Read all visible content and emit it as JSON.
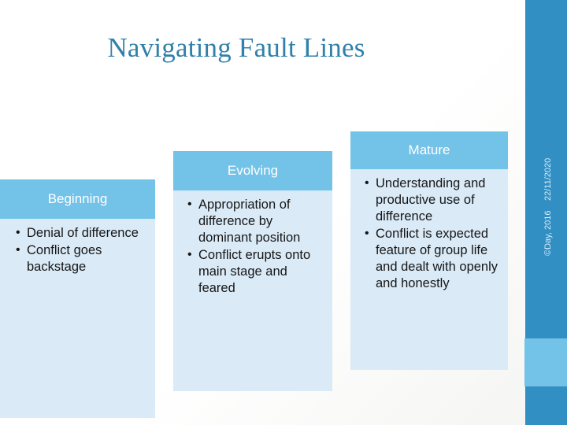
{
  "slide": {
    "title": "Navigating Fault Lines",
    "title_color": "#3180ab",
    "background_color": "#ffffff"
  },
  "theme": {
    "header_blue": "#73c2e8",
    "body_blue": "#daeaf7",
    "sidebar_blue": "#318fc4",
    "sidebar_accent_blue": "#73c2e8",
    "bullet_text_color": "#161616"
  },
  "columns": [
    {
      "id": "beginning",
      "header": "Beginning",
      "bullets": [
        "Denial of difference",
        "Conflict goes backstage"
      ]
    },
    {
      "id": "evolving",
      "header": "Evolving",
      "bullets": [
        "Appropriation of difference by dominant position",
        "Conflict erupts onto main stage and feared"
      ]
    },
    {
      "id": "mature",
      "header": "Mature",
      "bullets": [
        "Understanding and productive use of difference",
        "Conflict is expected feature of group life and dealt with openly and honestly"
      ]
    }
  ],
  "sidebar": {
    "date": "22/11/2020",
    "copyright": "©Day, 2016"
  }
}
